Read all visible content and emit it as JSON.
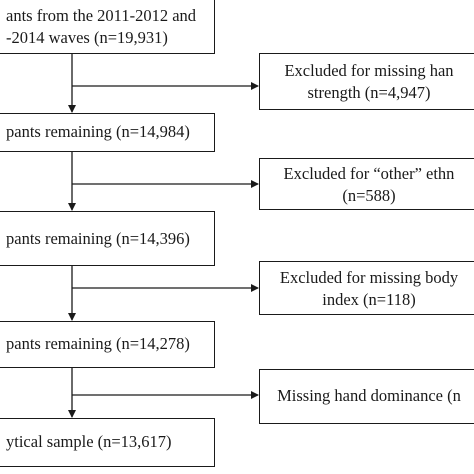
{
  "flowchart": {
    "main_boxes": [
      {
        "lines": [
          "ants from the 2011-2012 and",
          "-2014 waves (n=19,931)"
        ]
      },
      {
        "lines": [
          "pants remaining (n=14,984)"
        ]
      },
      {
        "lines": [
          "pants remaining (n=14,396)"
        ]
      },
      {
        "lines": [
          "pants remaining (n=14,278)"
        ]
      },
      {
        "lines": [
          "ytical sample (n=13,617)"
        ]
      }
    ],
    "exclusion_boxes": [
      {
        "lines": [
          "Excluded for missing han",
          "strength (n=4,947)"
        ]
      },
      {
        "lines": [
          "Excluded for “other” ethn",
          "(n=588)"
        ]
      },
      {
        "lines": [
          "Excluded for missing body",
          "index (n=118)"
        ]
      },
      {
        "lines": [
          "Missing hand dominance (n"
        ]
      }
    ],
    "colors": {
      "line": "#1a1a1a",
      "background": "#ffffff"
    }
  }
}
